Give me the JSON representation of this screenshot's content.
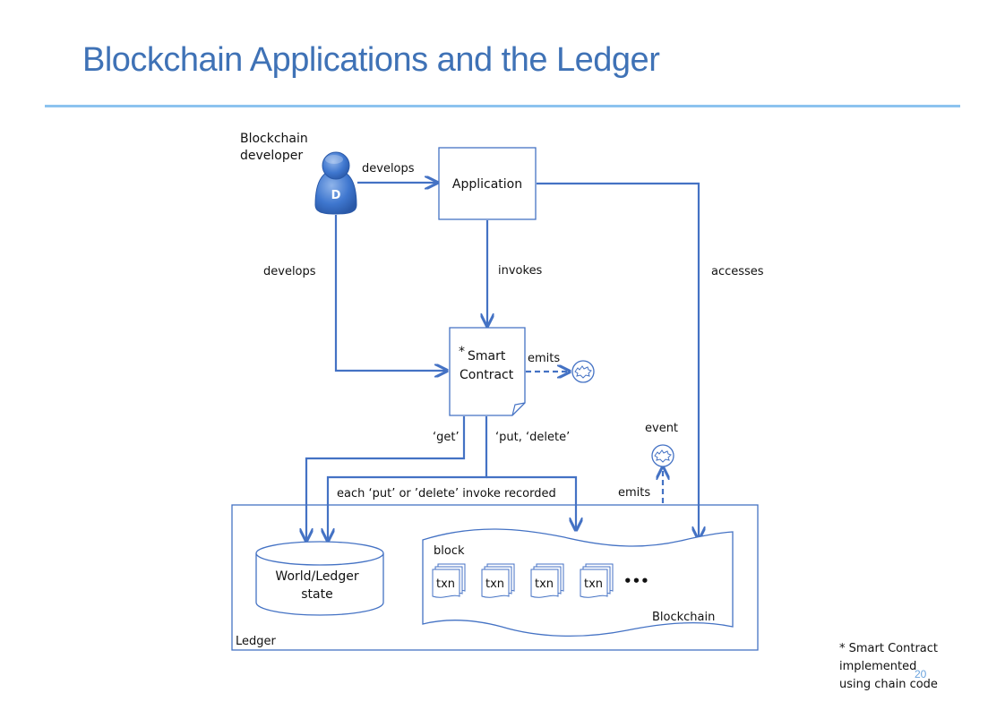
{
  "slide": {
    "title": "Blockchain Applications and the Ledger",
    "page_number": "20",
    "accent_color": "#3f72b6",
    "rule_color": "#8cc3ef"
  },
  "actors": {
    "developer": {
      "label_line1": "Blockchain",
      "label_line2": "developer",
      "badge": "D",
      "icon": "person-icon"
    }
  },
  "nodes": {
    "application": "Application",
    "smart_contract": {
      "asterisk": "*",
      "line1": "Smart",
      "line2": "Contract"
    },
    "world_state": {
      "line1": "World/Ledger",
      "line2": "state"
    },
    "blockchain": {
      "label": "Blockchain",
      "block_label": "block",
      "txns": [
        "txn",
        "txn",
        "txn",
        "txn"
      ],
      "ellipsis": "•••"
    },
    "ledger": "Ledger"
  },
  "edges": {
    "dev_to_app": "develops",
    "dev_to_contract": "develops",
    "app_to_contract": "invokes",
    "app_to_blockchain": "accesses",
    "contract_emits": "emits",
    "get": "‘get’",
    "put_delete": "‘put, ‘delete’",
    "each_recorded": "each  ‘put’ or ’delete’  invoke recorded",
    "blockchain_emits": "emits",
    "event": "event"
  },
  "footnote": {
    "line1": "* Smart Contract",
    "line2": "implemented",
    "line3": "using chain code"
  }
}
